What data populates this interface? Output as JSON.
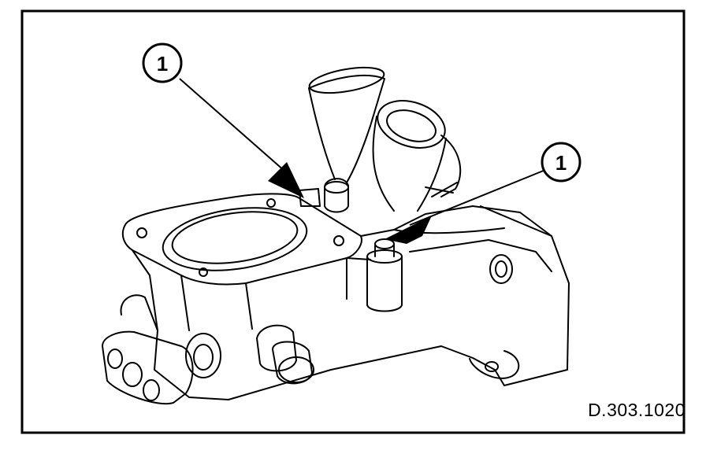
{
  "callouts": [
    {
      "label": "1"
    },
    {
      "label": "1"
    }
  ],
  "reference_code": "D.303.1020"
}
